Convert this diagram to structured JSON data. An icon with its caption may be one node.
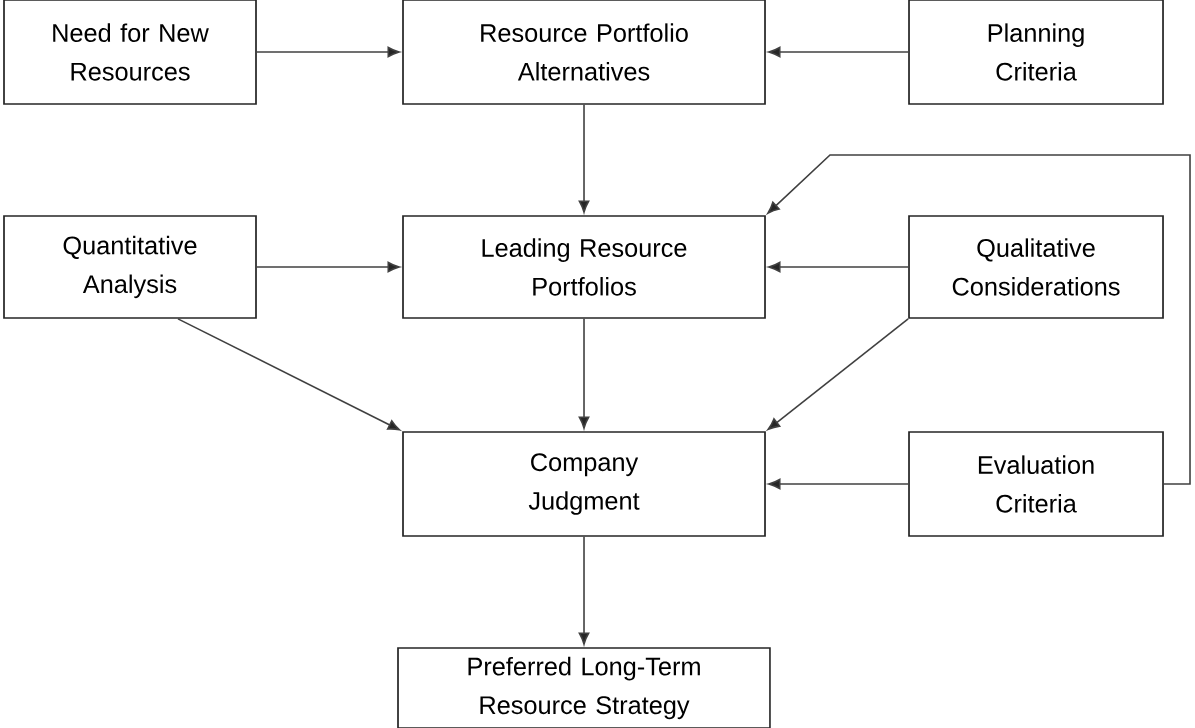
{
  "diagram": {
    "nodes": [
      {
        "text": [
          "Need for New Resources"
        ]
      },
      {
        "text": [
          "Resource Portfolio Alternatives"
        ]
      },
      {
        "text": [
          "Planning Criteria"
        ]
      },
      {
        "text": [
          "Quantitative Analysis"
        ]
      },
      {
        "text": [
          "Leading Resource Portfolios"
        ]
      },
      {
        "text": [
          "Qualitative Considerations"
        ]
      },
      {
        "text": [
          "Company Judgment"
        ]
      },
      {
        "text": [
          "Evaluation Criteria"
        ]
      },
      {
        "text": [
          "Preferred Long-Term Resource Strategy"
        ]
      }
    ],
    "edges": [
      {
        "from": 0,
        "to": 1,
        "arrow": "to"
      },
      {
        "from": 2,
        "to": 1,
        "arrow": "to"
      },
      {
        "from": 1,
        "to": 4,
        "arrow": "to"
      },
      {
        "from": 3,
        "to": 4,
        "arrow": "to"
      },
      {
        "from": 5,
        "to": 4,
        "arrow": "to"
      },
      {
        "from": 7,
        "to": 4,
        "arrow": "to"
      },
      {
        "from": 3,
        "to": 6,
        "arrow": "to"
      },
      {
        "from": 4,
        "to": 6,
        "arrow": "to"
      },
      {
        "from": 5,
        "to": 6,
        "arrow": "to"
      },
      {
        "from": 7,
        "to": 6,
        "arrow": "to"
      },
      {
        "from": 6,
        "to": 8,
        "arrow": "to"
      }
    ]
  }
}
